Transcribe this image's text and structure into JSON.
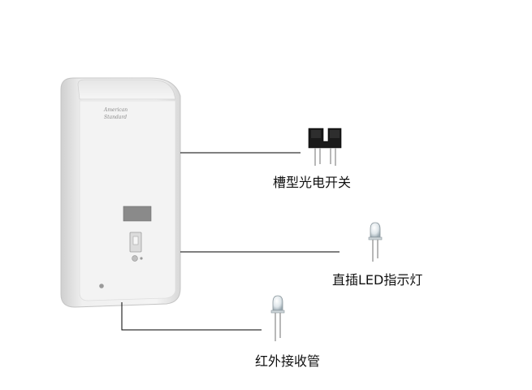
{
  "device": {
    "brand_logo": "American Standard"
  },
  "callouts": [
    {
      "id": "slot",
      "label": "槽型光电开关",
      "icon": "slot-optical-switch-icon"
    },
    {
      "id": "led",
      "label": "直插LED指示灯",
      "icon": "led-indicator-icon"
    },
    {
      "id": "ir",
      "label": "红外接收管",
      "icon": "ir-receiver-icon"
    }
  ],
  "colors": {
    "housing": "#eeeeee",
    "housing_shadow": "#cfcfcf",
    "window": "#8a8a8a",
    "switch_body": "#1a1a1a",
    "leader_line": "#000000"
  }
}
